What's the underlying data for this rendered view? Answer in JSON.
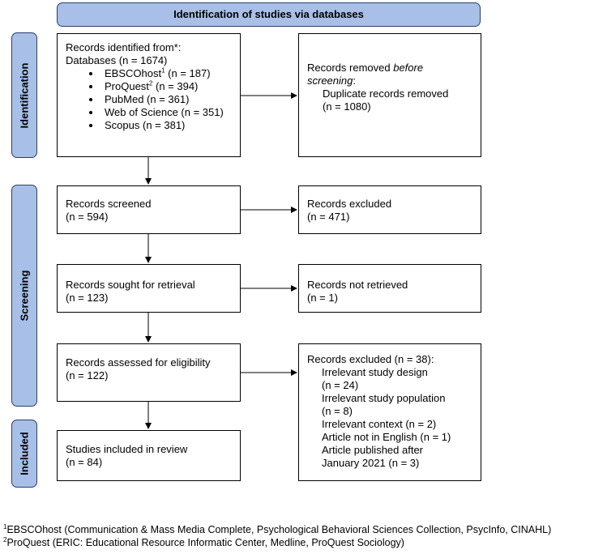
{
  "header": {
    "title": "Identification of studies via databases"
  },
  "phases": {
    "identification": "Identification",
    "screening": "Screening",
    "included": "Included"
  },
  "identified": {
    "line1": "Records identified from*:",
    "line2": "Databases (n = 1674)",
    "databases": [
      {
        "name": "EBSCOhost",
        "sup": "1",
        "count": " (n = 187)"
      },
      {
        "name": "ProQuest",
        "sup": "2",
        "count": " (n = 394)"
      },
      {
        "name": "PubMed",
        "sup": "",
        "count": " (n = 361)"
      },
      {
        "name": "Web of Science",
        "sup": "",
        "count": " (n = 351)"
      },
      {
        "name": "Scopus",
        "sup": "",
        "count": " (n = 381)"
      }
    ]
  },
  "removed": {
    "line1": "Records removed ",
    "line1_em": "before",
    "line2_em": "screening",
    "line2_tail": ":",
    "line3": "Duplicate records removed",
    "line4": "(n = 1080)"
  },
  "screened": {
    "label": "Records screened",
    "count": "(n = 594)"
  },
  "excluded1": {
    "label": "Records excluded",
    "count": "(n = 471)"
  },
  "sought": {
    "label": "Records sought for retrieval",
    "count": "(n = 123)"
  },
  "not_retrieved": {
    "label": "Records not retrieved",
    "count": "(n = 1)"
  },
  "assessed": {
    "label": "Records assessed for eligibility",
    "count": "(n = 122)"
  },
  "excluded2": {
    "title": "Records excluded (n = 38):",
    "reasons": [
      "Irrelevant study design",
      "(n = 24)",
      "Irrelevant study population",
      "(n = 8)",
      "Irrelevant context (n = 2)",
      "Article not in English (n = 1)",
      "Article published after",
      "January 2021 (n = 3)"
    ]
  },
  "included_box": {
    "label": "Studies included in review",
    "count": "(n = 84)"
  },
  "footnotes": {
    "fn1_sup": "1",
    "fn1": "EBSCOhost (Communication & Mass Media Complete, Psychological Behavioral Sciences Collection, PsycInfo, CINAHL)",
    "fn2_sup": "2",
    "fn2": "ProQuest (ERIC: Educational Resource Informatic Center, Medline, ProQuest Sociology)"
  }
}
